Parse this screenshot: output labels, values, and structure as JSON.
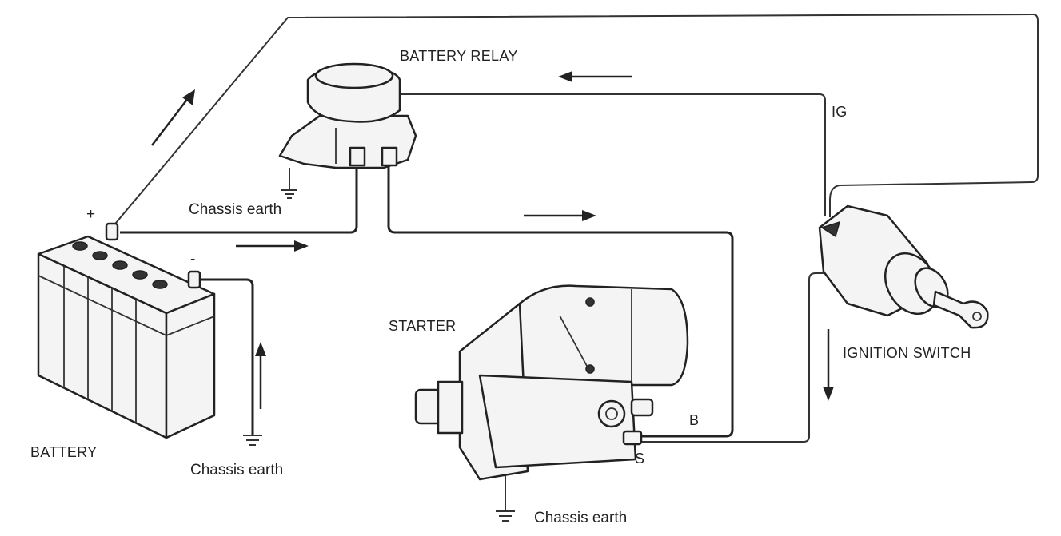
{
  "labels": {
    "battery_relay": "BATTERY RELAY",
    "ig": "IG",
    "relay_chassis_earth": "Chassis earth",
    "plus": "+",
    "minus": "-",
    "battery": "BATTERY",
    "battery_chassis_earth": "Chassis earth",
    "starter": "STARTER",
    "terminal_b": "B",
    "terminal_s": "S",
    "ignition_switch": "IGNITION SWITCH",
    "starter_chassis_earth": "Chassis earth"
  }
}
